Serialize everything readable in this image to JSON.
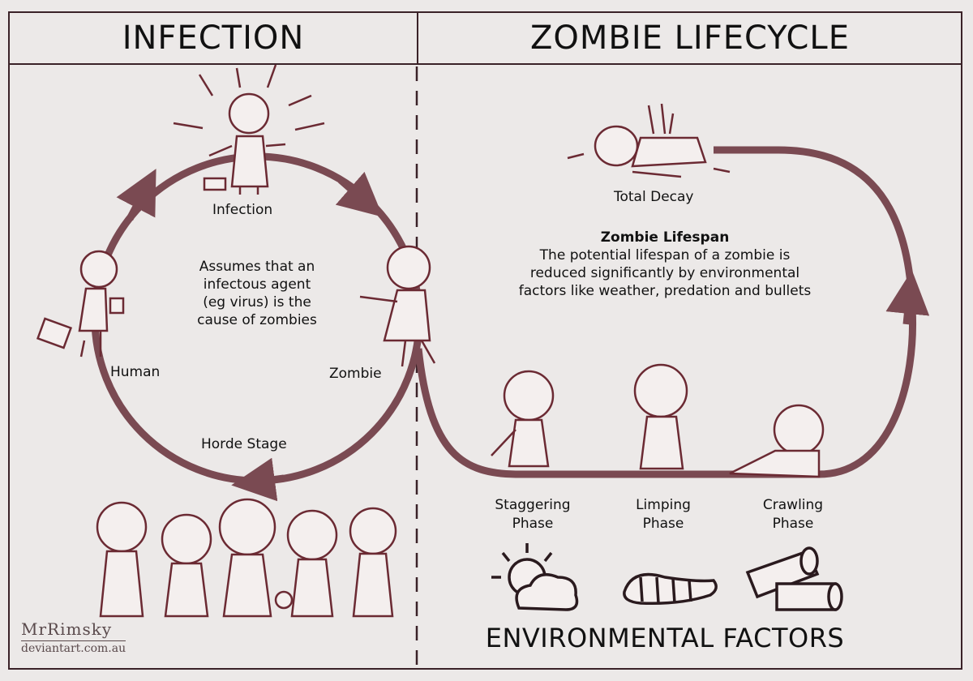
{
  "header": {
    "left_title": "INFECTION",
    "right_title": "ZOMBIE LIFECYCLE"
  },
  "infection_cycle": {
    "infection_label": "Infection",
    "human_label": "Human",
    "zombie_label": "Zombie",
    "horde_label": "Horde Stage",
    "note_lines": [
      "Assumes that an",
      "infectous agent",
      "(eg virus) is the",
      "cause of zombies"
    ]
  },
  "lifecycle": {
    "total_decay_label": "Total Decay",
    "lifespan_title": "Zombie Lifespan",
    "lifespan_lines": [
      "The potential lifespan of a zombie is",
      "reduced significantly by environmental",
      "factors like weather, predation and bullets"
    ],
    "phases": [
      {
        "line1": "Staggering",
        "line2": "Phase"
      },
      {
        "line1": "Limping",
        "line2": "Phase"
      },
      {
        "line1": "Crawling",
        "line2": "Phase"
      }
    ]
  },
  "environment": {
    "title": "ENVIRONMENTAL FACTORS",
    "icons": [
      "weather-icon",
      "grub-icon",
      "bullets-icon"
    ]
  },
  "credit": {
    "name": "MrRimsky",
    "site": "deviantart.com.au"
  },
  "colors": {
    "path": "#7a4a52",
    "ink": "#111111",
    "sketch": "#6b2a33"
  }
}
